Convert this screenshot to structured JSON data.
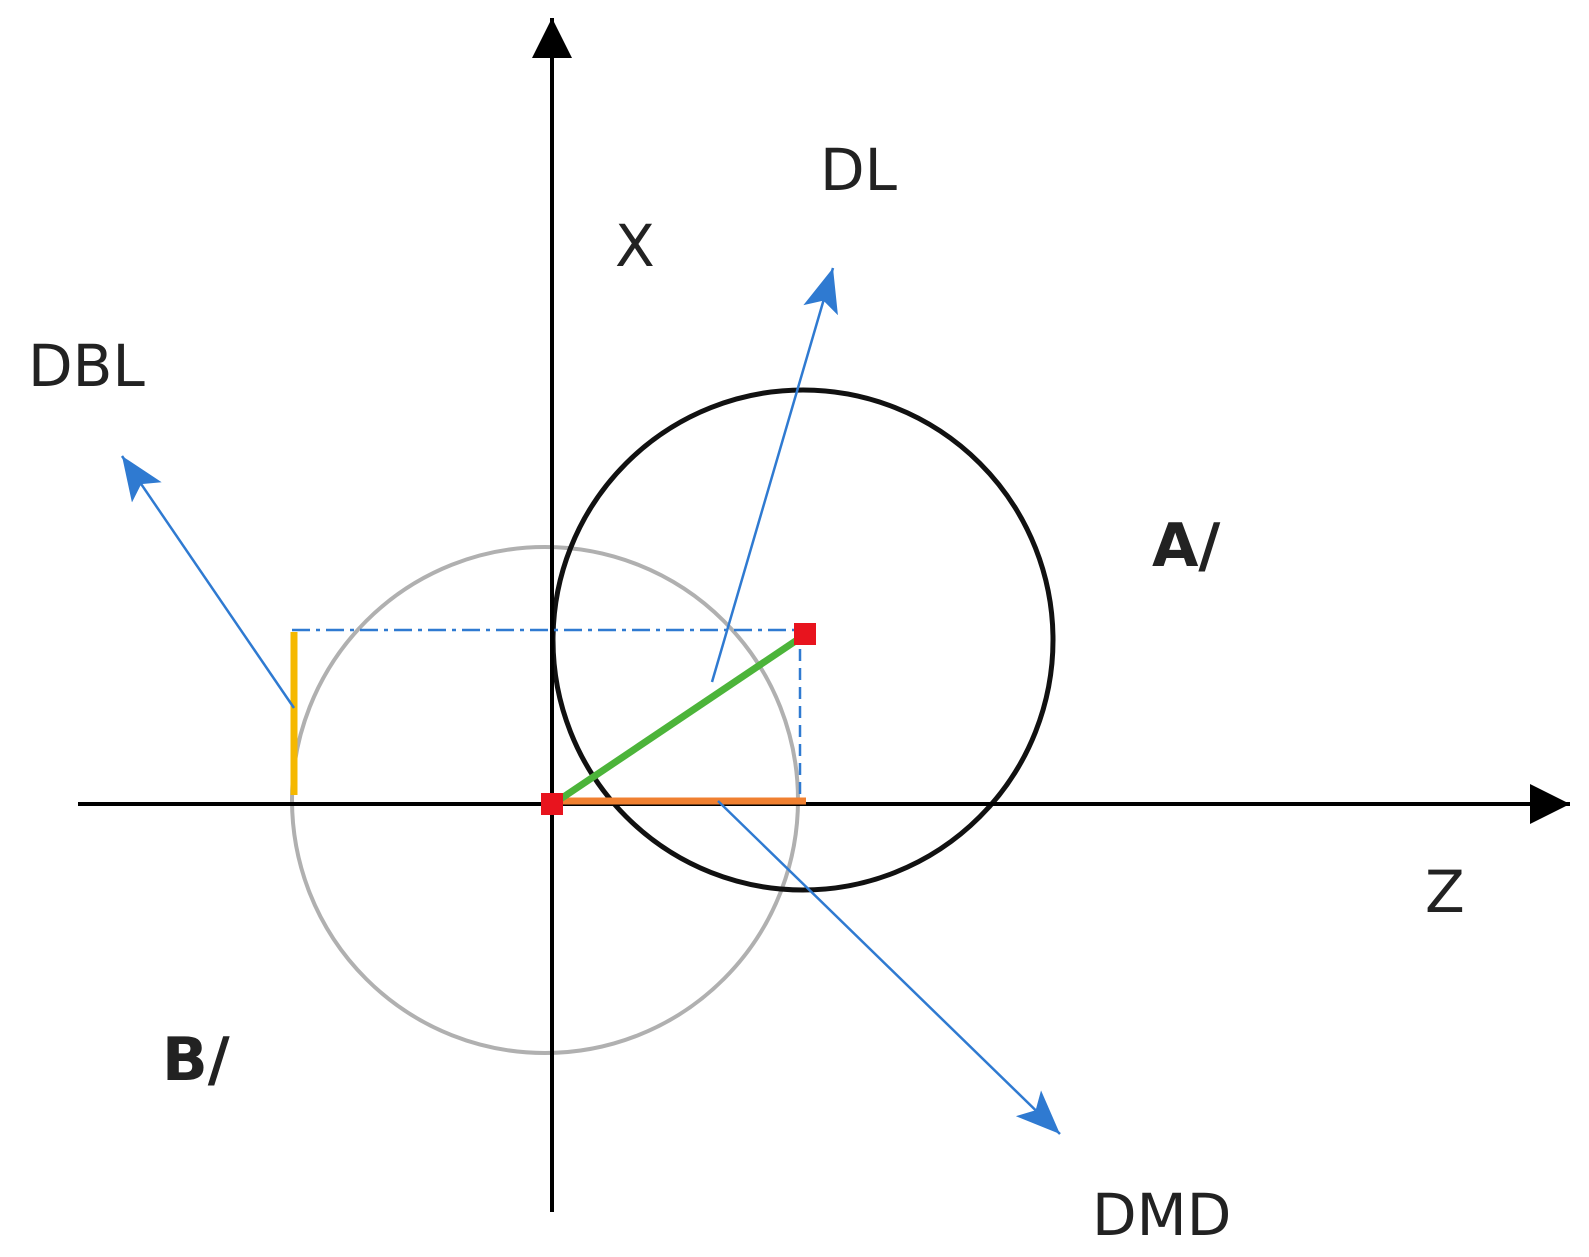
{
  "labels": {
    "x_axis": "X",
    "z_axis": "Z",
    "dl": "DL",
    "dbl": "DBL",
    "dmd": "DMD",
    "circle_a": "A/",
    "circle_b": "B/"
  },
  "colors": {
    "axis": "#000000",
    "circle_a": "#111111",
    "circle_b": "#b0b0b0",
    "vector_arrow": "#2f7ad1",
    "dashed_projection": "#2f7ad1",
    "green_segment": "#4cb43a",
    "orange_segment": "#f08030",
    "yellow_segment": "#f5b800",
    "point_marker": "#e8141e",
    "text": "#222222"
  },
  "icons": {
    "axis_arrowhead": "triangle-arrowhead",
    "vector_arrowhead": "triangle-arrowhead",
    "point_marker": "square-marker"
  }
}
